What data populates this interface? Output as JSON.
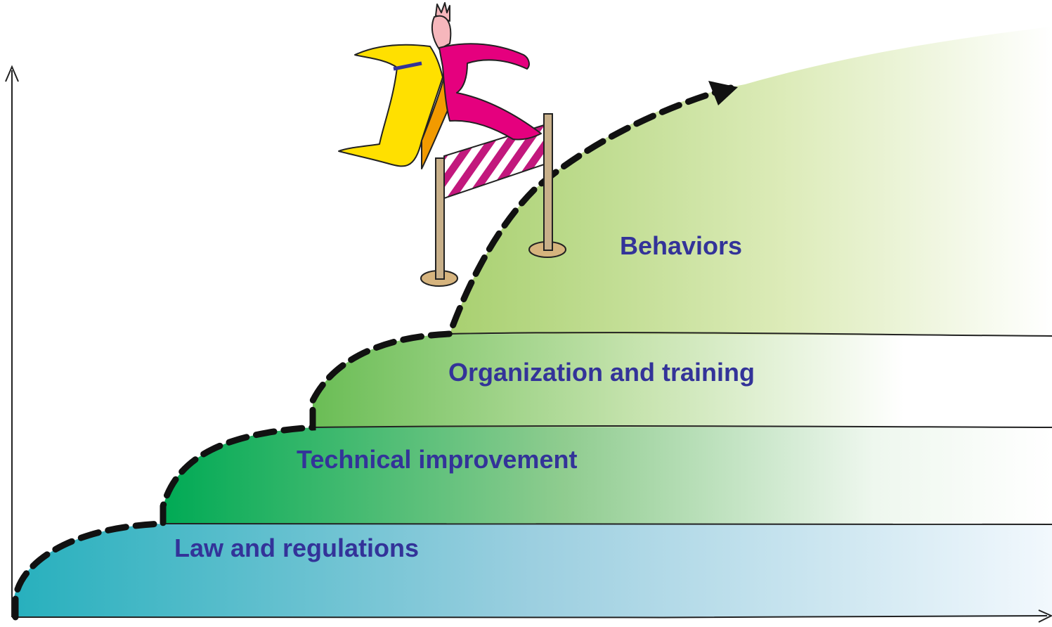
{
  "layers": [
    {
      "id": "law",
      "label": "Law and regulations",
      "color_left": "#27b0bd",
      "color_right": "#e6f2fb"
    },
    {
      "id": "technical",
      "label": "Technical improvement",
      "color_left": "#00aa55",
      "color_right": "#ffffff"
    },
    {
      "id": "organization",
      "label": "Organization and training",
      "color_left": "#66bb50",
      "color_right": "#ffffff"
    },
    {
      "id": "behaviors",
      "label": "Behaviors",
      "color_left": "#a8d070",
      "color_right": "#ffffff"
    }
  ],
  "label_color": "#333399",
  "progress_line_color": "#111111",
  "figure_colors": {
    "coat_pink": "#e5007e",
    "coat_yellow": "#ffe000",
    "coat_orange": "#f29a00",
    "skin": "#f6b7bc",
    "pole": "#c8b08a"
  },
  "icons": [
    "runner-figure",
    "hurdle-barrier",
    "y-axis-arrow",
    "x-axis-arrow",
    "progress-arrow"
  ]
}
